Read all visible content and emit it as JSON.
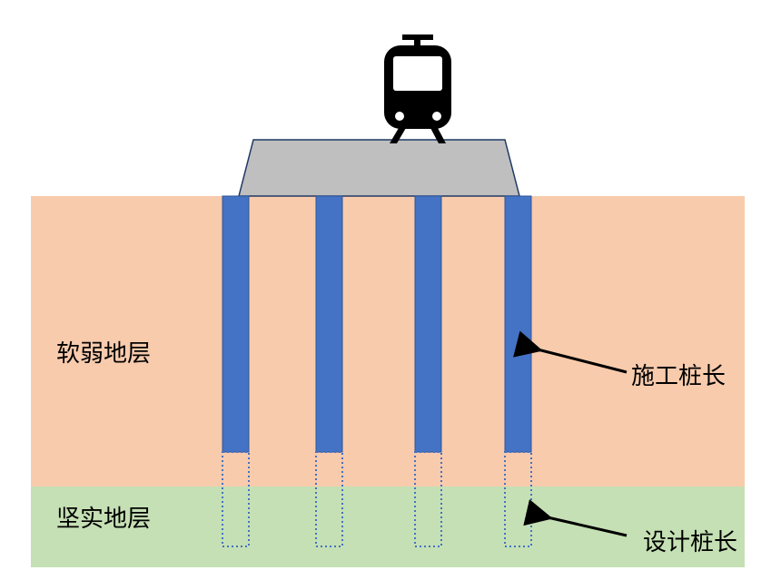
{
  "labels": {
    "soft_layer": "软弱地层",
    "hard_layer": "坚实地层",
    "construction_pile_length": "施工桩长",
    "design_pile_length": "设计桩长"
  },
  "icons": {
    "train": "train-icon"
  },
  "colors": {
    "soft_soil": "#F8CBAD",
    "hard_soil": "#C5E0B4",
    "pile": "#4472C4",
    "pile_outline": "#2F5597",
    "embankment": "#BFBFBF",
    "embankment_outline": "#1F3864",
    "dashed_pile_outline": "#4472C4",
    "text": "#000000"
  },
  "piles": [
    {
      "name": "pile-1"
    },
    {
      "name": "pile-2"
    },
    {
      "name": "pile-3"
    },
    {
      "name": "pile-4"
    }
  ]
}
